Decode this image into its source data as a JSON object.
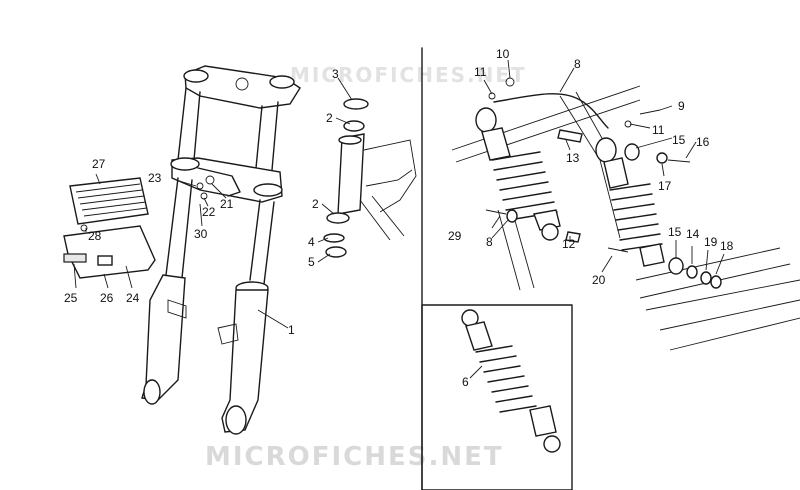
{
  "watermark": {
    "bottom": "MICROFICHES.NET",
    "top": "MICROFICHES.NET"
  },
  "callouts": {
    "c1": "1",
    "c2a": "2",
    "c2b": "2",
    "c3": "3",
    "c4": "4",
    "c5": "5",
    "c6": "6",
    "c8a": "8",
    "c8b": "8",
    "c9": "9",
    "c10": "10",
    "c11a": "11",
    "c11b": "11",
    "c12": "12",
    "c13": "13",
    "c14": "14",
    "c15a": "15",
    "c15b": "15",
    "c16": "16",
    "c17": "17",
    "c18": "18",
    "c19": "19",
    "c20": "20",
    "c21": "21",
    "c22": "22",
    "c23": "23",
    "c24": "24",
    "c25": "25",
    "c26": "26",
    "c27": "27",
    "c28": "28",
    "c29": "29",
    "c30": "30"
  },
  "colors": {
    "line": "#1a1a1a",
    "watermark": "#d9d9d9",
    "background": "#ffffff"
  }
}
